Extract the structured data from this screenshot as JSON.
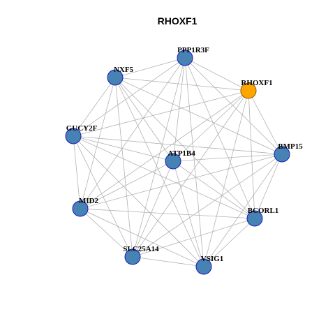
{
  "title": "RHOXF1",
  "colors": {
    "node_fill": "#4682B4",
    "node_stroke": "#1A1AB8",
    "focus_fill": "#FFA500",
    "focus_stroke": "#8B5A00",
    "edge": "#B3B3B3"
  },
  "nodes": [
    {
      "id": "PPP1R3F",
      "label": "PPP1R3F",
      "focus": false
    },
    {
      "id": "NXF5",
      "label": "NXF5",
      "focus": false
    },
    {
      "id": "RHOXF1",
      "label": "RHOXF1",
      "focus": true
    },
    {
      "id": "GUCY2F",
      "label": "GUCY2F",
      "focus": false
    },
    {
      "id": "ATP1B4",
      "label": "ATP1B4",
      "focus": false
    },
    {
      "id": "BMP15",
      "label": "BMP15",
      "focus": false
    },
    {
      "id": "MID2",
      "label": "MID2",
      "focus": false
    },
    {
      "id": "BCORL1",
      "label": "BCORL1",
      "focus": false
    },
    {
      "id": "SLC25A14",
      "label": "SLC25A14",
      "focus": false
    },
    {
      "id": "VSIG1",
      "label": "VSIG1",
      "focus": false
    }
  ],
  "edges": [
    [
      "PPP1R3F",
      "NXF5"
    ],
    [
      "PPP1R3F",
      "RHOXF1"
    ],
    [
      "PPP1R3F",
      "GUCY2F"
    ],
    [
      "PPP1R3F",
      "ATP1B4"
    ],
    [
      "PPP1R3F",
      "BMP15"
    ],
    [
      "PPP1R3F",
      "MID2"
    ],
    [
      "PPP1R3F",
      "BCORL1"
    ],
    [
      "PPP1R3F",
      "SLC25A14"
    ],
    [
      "PPP1R3F",
      "VSIG1"
    ],
    [
      "NXF5",
      "RHOXF1"
    ],
    [
      "NXF5",
      "GUCY2F"
    ],
    [
      "NXF5",
      "ATP1B4"
    ],
    [
      "NXF5",
      "BMP15"
    ],
    [
      "NXF5",
      "MID2"
    ],
    [
      "NXF5",
      "BCORL1"
    ],
    [
      "NXF5",
      "SLC25A14"
    ],
    [
      "NXF5",
      "VSIG1"
    ],
    [
      "RHOXF1",
      "GUCY2F"
    ],
    [
      "RHOXF1",
      "ATP1B4"
    ],
    [
      "RHOXF1",
      "BMP15"
    ],
    [
      "RHOXF1",
      "MID2"
    ],
    [
      "RHOXF1",
      "BCORL1"
    ],
    [
      "RHOXF1",
      "SLC25A14"
    ],
    [
      "RHOXF1",
      "VSIG1"
    ],
    [
      "GUCY2F",
      "ATP1B4"
    ],
    [
      "GUCY2F",
      "BMP15"
    ],
    [
      "GUCY2F",
      "MID2"
    ],
    [
      "GUCY2F",
      "BCORL1"
    ],
    [
      "GUCY2F",
      "SLC25A14"
    ],
    [
      "GUCY2F",
      "VSIG1"
    ],
    [
      "ATP1B4",
      "BMP15"
    ],
    [
      "ATP1B4",
      "MID2"
    ],
    [
      "ATP1B4",
      "BCORL1"
    ],
    [
      "ATP1B4",
      "SLC25A14"
    ],
    [
      "ATP1B4",
      "VSIG1"
    ],
    [
      "BMP15",
      "MID2"
    ],
    [
      "BMP15",
      "BCORL1"
    ],
    [
      "BMP15",
      "SLC25A14"
    ],
    [
      "BMP15",
      "VSIG1"
    ],
    [
      "MID2",
      "BCORL1"
    ],
    [
      "MID2",
      "SLC25A14"
    ],
    [
      "MID2",
      "VSIG1"
    ],
    [
      "BCORL1",
      "SLC25A14"
    ],
    [
      "BCORL1",
      "VSIG1"
    ],
    [
      "SLC25A14",
      "VSIG1"
    ]
  ]
}
